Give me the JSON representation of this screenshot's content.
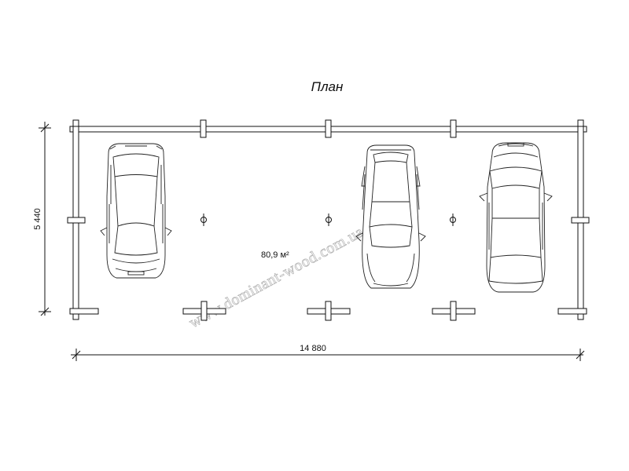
{
  "plan": {
    "title": "План",
    "area_label": "80,9 м²",
    "dim_width": "14 880",
    "dim_height": "5 440"
  },
  "watermark": "www.dominant-wood.com.ua",
  "parking": {
    "cars": [
      {
        "name": "car-left",
        "model": "hatchback"
      },
      {
        "name": "car-middle",
        "model": "sedan"
      },
      {
        "name": "car-right",
        "model": "suv"
      }
    ],
    "pillars": 3
  }
}
